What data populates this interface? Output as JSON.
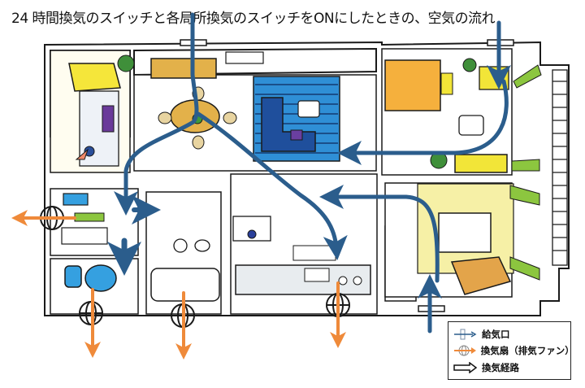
{
  "title": "24 時間換気のスイッチと各局所換気のスイッチをONにしたときの、空気の流れ",
  "colors": {
    "supply_flow": "#2b5d8c",
    "exhaust_fan": "#ef8a3a",
    "wall": "#1a1a1a",
    "floor": "#ffffff",
    "tatami": "#f6f0a6",
    "rug": "#2f8fd6",
    "sofa": "#1f4f9c",
    "wood": "#e3b14a",
    "yellow": "#f2e538",
    "green": "#8cc63f",
    "bath_blue": "#35a0e0"
  },
  "legend": {
    "items": [
      {
        "icon": "supply-vent-icon",
        "label": "給気口"
      },
      {
        "icon": "exhaust-fan-icon",
        "label": "換気扇（排気ファン）"
      },
      {
        "icon": "airflow-path-icon",
        "label": "換気経路"
      }
    ]
  },
  "rooms": [
    {
      "name": "entrance"
    },
    {
      "name": "washroom"
    },
    {
      "name": "toilet"
    },
    {
      "name": "bathroom"
    },
    {
      "name": "dining"
    },
    {
      "name": "living"
    },
    {
      "name": "kitchen"
    },
    {
      "name": "western-room"
    },
    {
      "name": "japanese-room"
    },
    {
      "name": "balcony"
    }
  ]
}
